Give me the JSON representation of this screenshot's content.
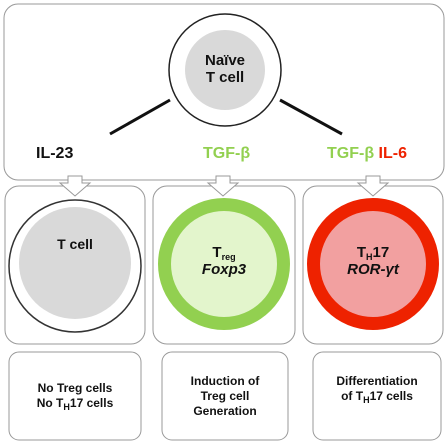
{
  "top": {
    "cell_line1": "Naïve",
    "cell_line2": "T cell"
  },
  "labels": {
    "il23": "IL-23",
    "tgfb": "TGF-β",
    "tgfb2": "TGF-β",
    "il6": "IL-6"
  },
  "cells": {
    "left": {
      "line1": "T cell"
    },
    "middle": {
      "t": "T",
      "sub": "reg",
      "gene": "Foxp3"
    },
    "right": {
      "t": "T",
      "sub": "H",
      "suffix": "17",
      "gene": "ROR-γt"
    }
  },
  "outcomes": {
    "left": {
      "line1": "No Treg cells",
      "line2_pre": "No T",
      "line2_sub": "H",
      "line2_post": "17 cells"
    },
    "middle": {
      "line1": "Induction of",
      "line2": "Treg cell",
      "line3": "Generation"
    },
    "right": {
      "line1": "Differentiation",
      "line2_pre": "of T",
      "line2_sub": "H",
      "line2_post": "17 cells"
    }
  },
  "colors": {
    "green": "#92d050",
    "red": "#ee2200",
    "gray": "#d9d9d9"
  }
}
